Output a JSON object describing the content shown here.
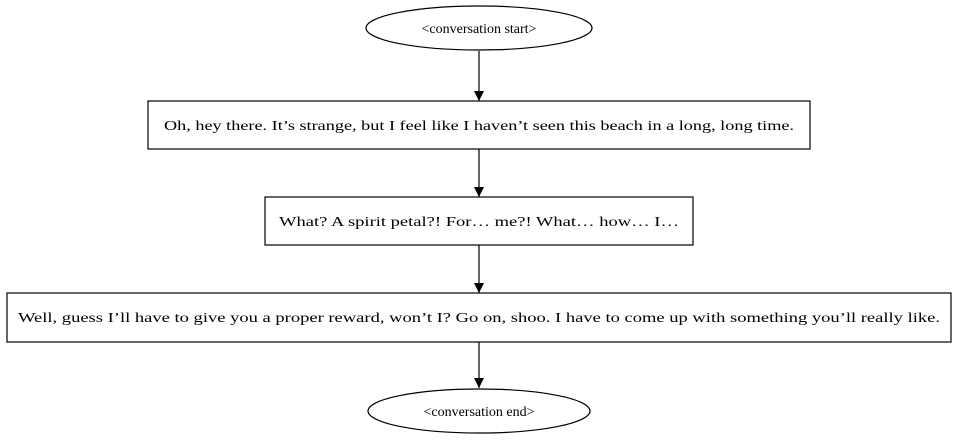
{
  "diagram": {
    "type": "flowchart",
    "colors": {
      "stroke": "#000000",
      "fill": "#ffffff",
      "text": "#000000"
    },
    "nodes": [
      {
        "id": "start",
        "shape": "ellipse",
        "label": "<conversation start>"
      },
      {
        "id": "line1",
        "shape": "box",
        "label": "Oh, hey there. It’s strange, but I feel like I haven’t seen this beach in a long, long time."
      },
      {
        "id": "line2",
        "shape": "box",
        "label": "What? A spirit petal?! For… me?! What… how… I…"
      },
      {
        "id": "line3",
        "shape": "box",
        "label": "Well, guess I’ll have to give you a proper reward, won’t I? Go on, shoo. I have to come up with something you’ll really like."
      },
      {
        "id": "end",
        "shape": "ellipse",
        "label": "<conversation end>"
      }
    ],
    "edges": [
      {
        "from": "start",
        "to": "line1"
      },
      {
        "from": "line1",
        "to": "line2"
      },
      {
        "from": "line2",
        "to": "line3"
      },
      {
        "from": "line3",
        "to": "end"
      }
    ]
  }
}
